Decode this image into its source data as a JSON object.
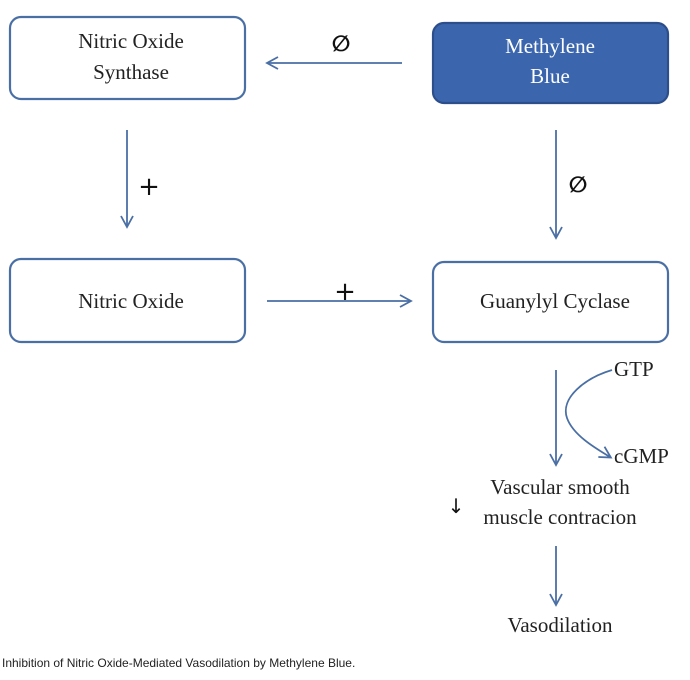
{
  "nodes": {
    "nos": {
      "line1": "Nitric Oxide",
      "line2": "Synthase"
    },
    "methylene_blue": {
      "line1": "Methylene",
      "line2": "Blue"
    },
    "nitric_oxide": {
      "label": "Nitric Oxide"
    },
    "guanylyl_cyclase": {
      "label": "Guanylyl Cyclase"
    },
    "gtp": {
      "label": "GTP"
    },
    "cgmp": {
      "label": "cGMP"
    },
    "vsmc": {
      "line1": "Vascular smooth",
      "line2": "muscle contracion"
    },
    "vasodilation": {
      "label": "Vasodilation"
    }
  },
  "symbols": {
    "inhibit": "∅",
    "stimulate": "+",
    "decrease": "↓"
  },
  "caption": "Inhibition of Nitric Oxide-Mediated Vasodilation by Methylene Blue.",
  "colors": {
    "box_border": "#4a6fa5",
    "highlight_fill": "#3b66ad",
    "arrow": "#4a6fa5"
  }
}
